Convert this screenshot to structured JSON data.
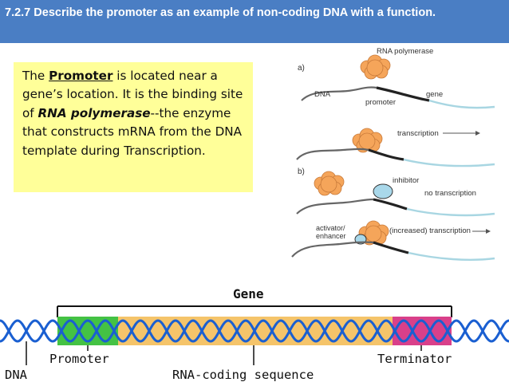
{
  "header": {
    "title": "7.2.7 Describe the promoter as an example of non-coding DNA with a function."
  },
  "note": {
    "intro": "The ",
    "promoter_term": "Promoter",
    "middle": " is located near a gene’s location. It is the binding site of ",
    "rnap_term": "RNA polymerase",
    "rest": "--the enzyme that constructs mRNA from the DNA template during Transcription."
  },
  "panel_top": {
    "label_a": "a)",
    "label_b": "b)",
    "rna_polymerase": "RNA polymerase",
    "dna": "DNA",
    "promoter": "promoter",
    "gene": "gene",
    "transcription": "transcription",
    "inhibitor": "inhibitor",
    "no_transcription": "no transcription",
    "activator": "activator/",
    "enhancer": "enhancer",
    "increased_transcription": "(increased) transcription"
  },
  "gene_strip": {
    "gene": "Gene",
    "promoter": "Promoter",
    "terminator": "Terminator",
    "dna": "DNA",
    "rna_coding": "RNA-coding sequence"
  },
  "colors": {
    "header_bg": "#4a7ec4",
    "note_bg": "#ffff99",
    "promoter_region": "#44c244",
    "coding_region": "#f5c46a",
    "terminator_region": "#d9408a",
    "dna_strand": "#1a5fd1",
    "rna_polymerase_blob": "#f5a55a",
    "inhibitor_blob": "#a9d8ea"
  }
}
